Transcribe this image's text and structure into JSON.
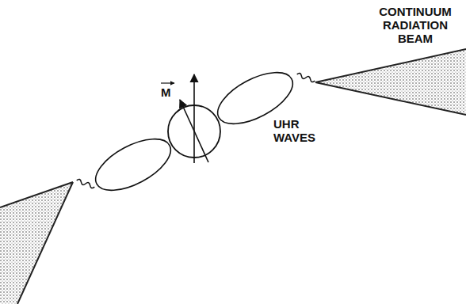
{
  "diagram": {
    "labels": [
      "CONTINUUM RADIATION BEAM",
      "M",
      "UHR WAVES"
    ]
  }
}
